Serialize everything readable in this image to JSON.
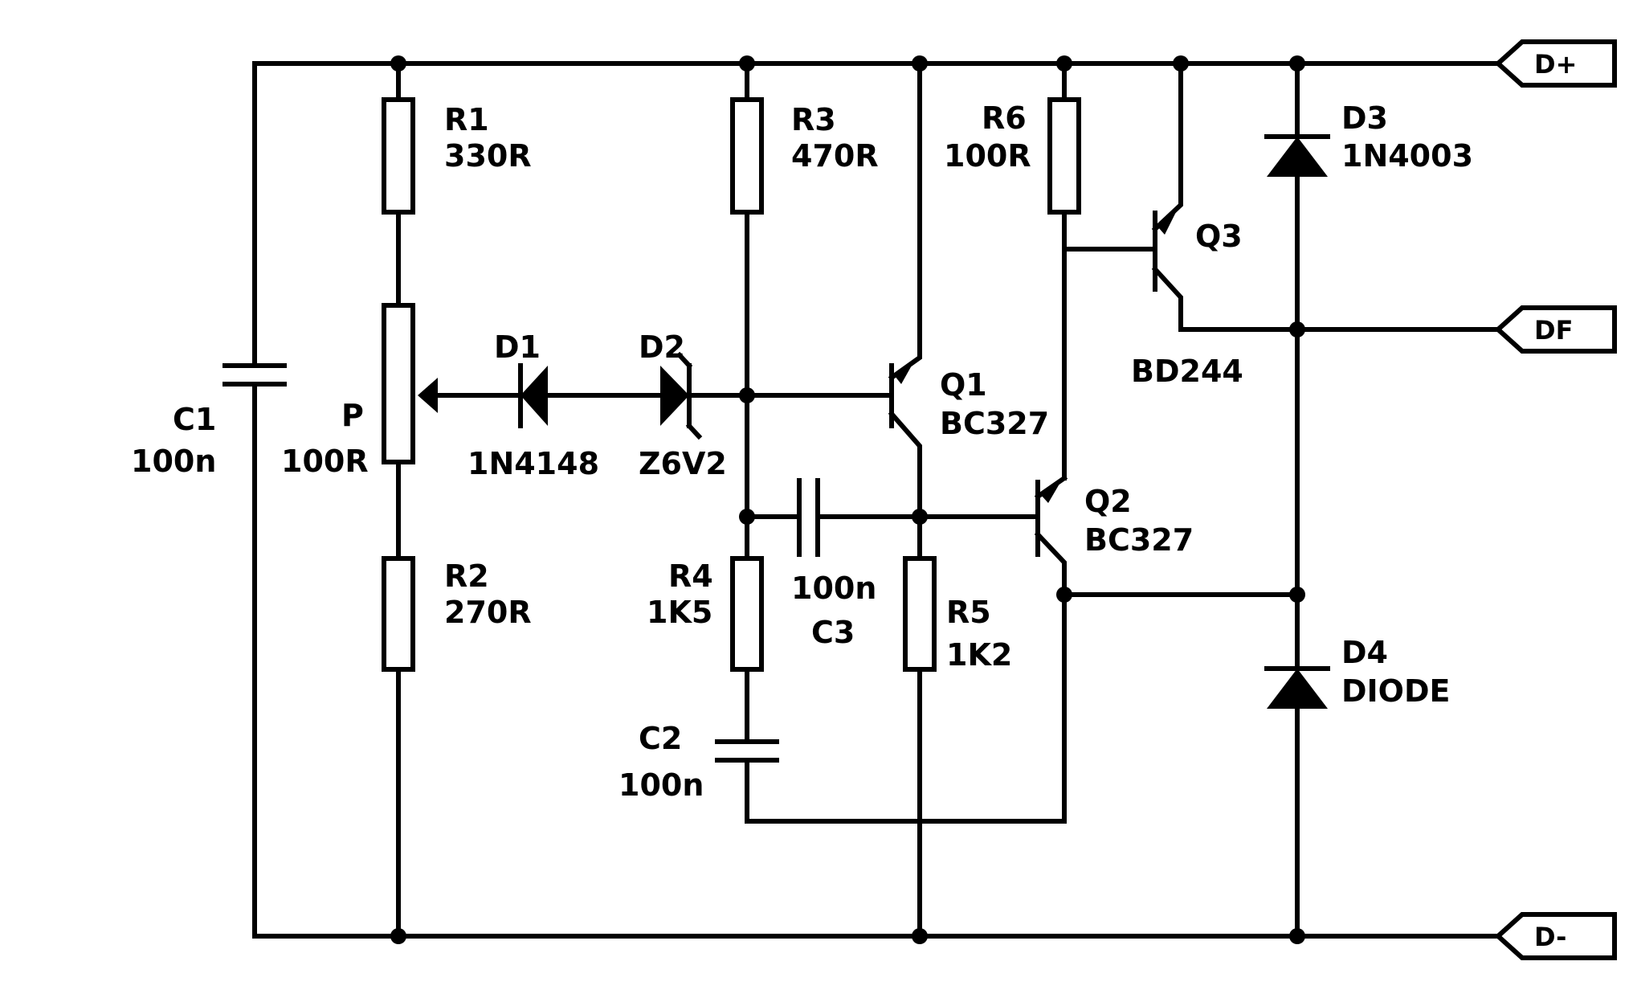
{
  "components": {
    "c1": {
      "ref": "C1",
      "value": "100n"
    },
    "r1": {
      "ref": "R1",
      "value": "330R"
    },
    "p": {
      "ref": "P",
      "value": "100R"
    },
    "r2": {
      "ref": "R2",
      "value": "270R"
    },
    "d1": {
      "ref": "D1",
      "value": "1N4148"
    },
    "d2": {
      "ref": "D2",
      "value": "Z6V2"
    },
    "r3": {
      "ref": "R3",
      "value": "470R"
    },
    "r4": {
      "ref": "R4",
      "value": "1K5"
    },
    "c2": {
      "ref": "C2",
      "value": "100n"
    },
    "c3": {
      "ref": "C3",
      "value": "100n"
    },
    "q1": {
      "ref": "Q1",
      "value": "BC327"
    },
    "r5": {
      "ref": "R5",
      "value": "1K2"
    },
    "r6": {
      "ref": "R6",
      "value": "100R"
    },
    "q2": {
      "ref": "Q2",
      "value": "BC327"
    },
    "q3": {
      "ref": "Q3",
      "value": "BD244"
    },
    "d3": {
      "ref": "D3",
      "value": "1N4003"
    },
    "d4": {
      "ref": "D4",
      "value": "DIODE"
    }
  },
  "ports": {
    "d_plus": "D+",
    "df": "DF",
    "d_minus": "D-"
  }
}
